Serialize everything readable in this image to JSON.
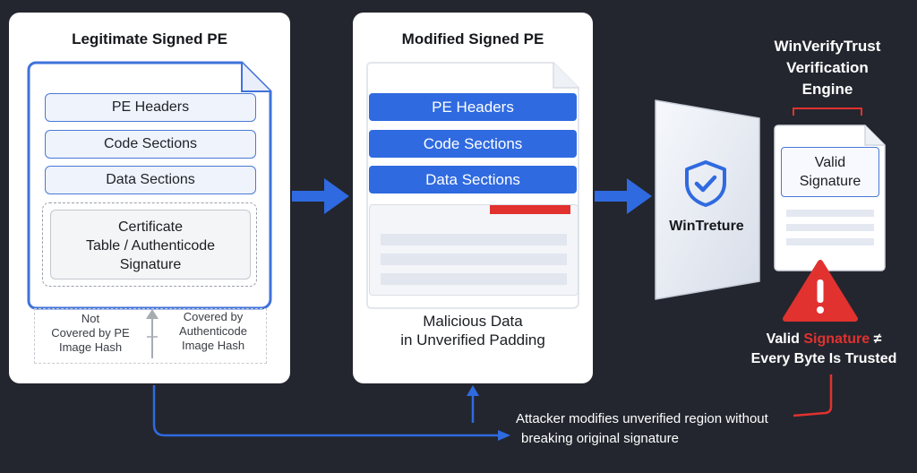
{
  "legit": {
    "title": "Legitimate Signed PE",
    "sections": [
      "PE Headers",
      "Code Sections",
      "Data Sections"
    ],
    "certificate": [
      "Certificate",
      "Table / Authenticode",
      "Signature"
    ],
    "not_covered": [
      "Not",
      "Covered by PE",
      "Image Hash"
    ],
    "covered": [
      "Covered by",
      "Authenticode",
      "Image Hash"
    ]
  },
  "modified": {
    "title": "Modified Signed PE",
    "sections": [
      "PE Headers",
      "Code Sections",
      "Data Sections"
    ],
    "malicious": [
      "Malicious Data",
      "in Unverified Padding"
    ]
  },
  "engine": {
    "title": [
      "WinVerifyTrust",
      "Verification",
      "Engine"
    ],
    "name": "WinTreture",
    "valid": [
      "Valid",
      "Signature"
    ]
  },
  "warning": {
    "prefix": "Valid ",
    "highlight": "Signature",
    "suffix": " ≠",
    "line2": "Every Byte Is Trusted"
  },
  "attacker_note": [
    "Attacker modifies unverified region without",
    "breaking original signature"
  ],
  "colors": {
    "background": "#23262e",
    "accent_blue": "#2f6ae0",
    "warning_red": "#e1322f"
  }
}
